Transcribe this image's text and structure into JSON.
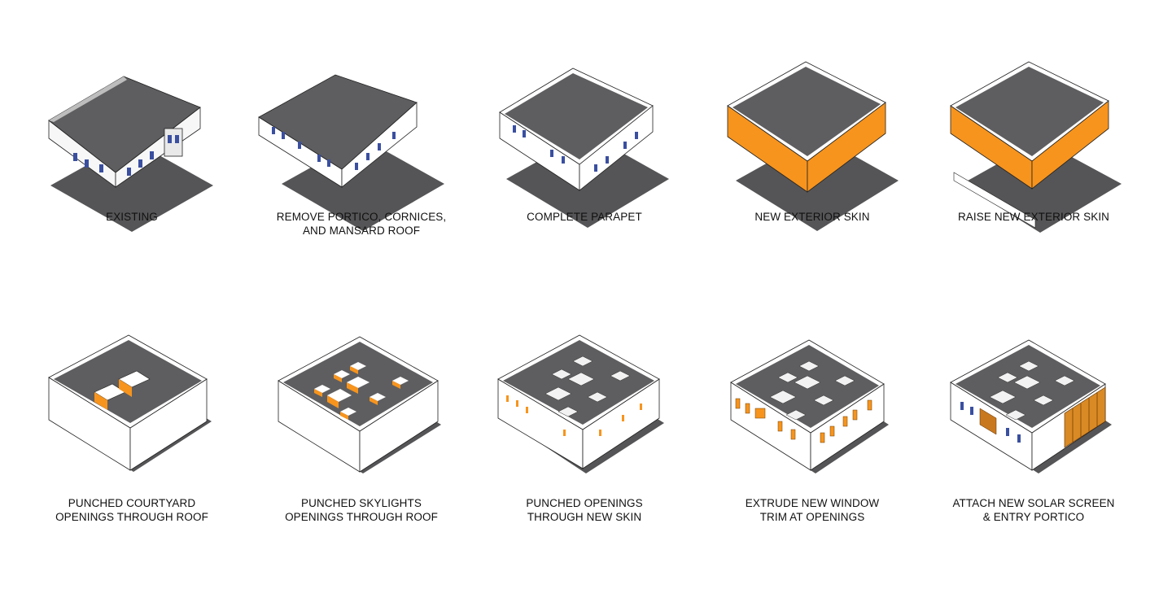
{
  "steps": [
    {
      "id": "existing",
      "lines": [
        "EXISTING"
      ]
    },
    {
      "id": "remove-portico",
      "lines": [
        "REMOVE PORTICO, CORNICES,",
        "AND MANSARD ROOF"
      ]
    },
    {
      "id": "complete-parapet",
      "lines": [
        "COMPLETE PARAPET"
      ]
    },
    {
      "id": "new-exterior-skin",
      "lines": [
        "NEW EXTERIOR SKIN"
      ]
    },
    {
      "id": "raise-new-exterior-skin",
      "lines": [
        "RAISE NEW EXTERIOR SKIN"
      ]
    },
    {
      "id": "punched-courtyard",
      "lines": [
        "PUNCHED COURTYARD",
        "OPENINGS THROUGH ROOF"
      ]
    },
    {
      "id": "punched-skylights",
      "lines": [
        "PUNCHED SKYLIGHTS",
        "OPENINGS THROUGH ROOF"
      ]
    },
    {
      "id": "punched-openings",
      "lines": [
        "PUNCHED OPENINGS",
        "THROUGH NEW SKIN"
      ]
    },
    {
      "id": "extrude-window-trim",
      "lines": [
        "EXTRUDE NEW WINDOW",
        "TRIM AT OPENINGS"
      ]
    },
    {
      "id": "attach-solar-screen",
      "lines": [
        "ATTACH NEW SOLAR SCREEN",
        "& ENTRY PORTICO"
      ]
    }
  ],
  "colors": {
    "roof": "#5e5e60",
    "wall": "#ffffff",
    "shadow": "#555557",
    "accent": "#f7941d",
    "window": "#3a4fa0",
    "outline": "#222222"
  }
}
